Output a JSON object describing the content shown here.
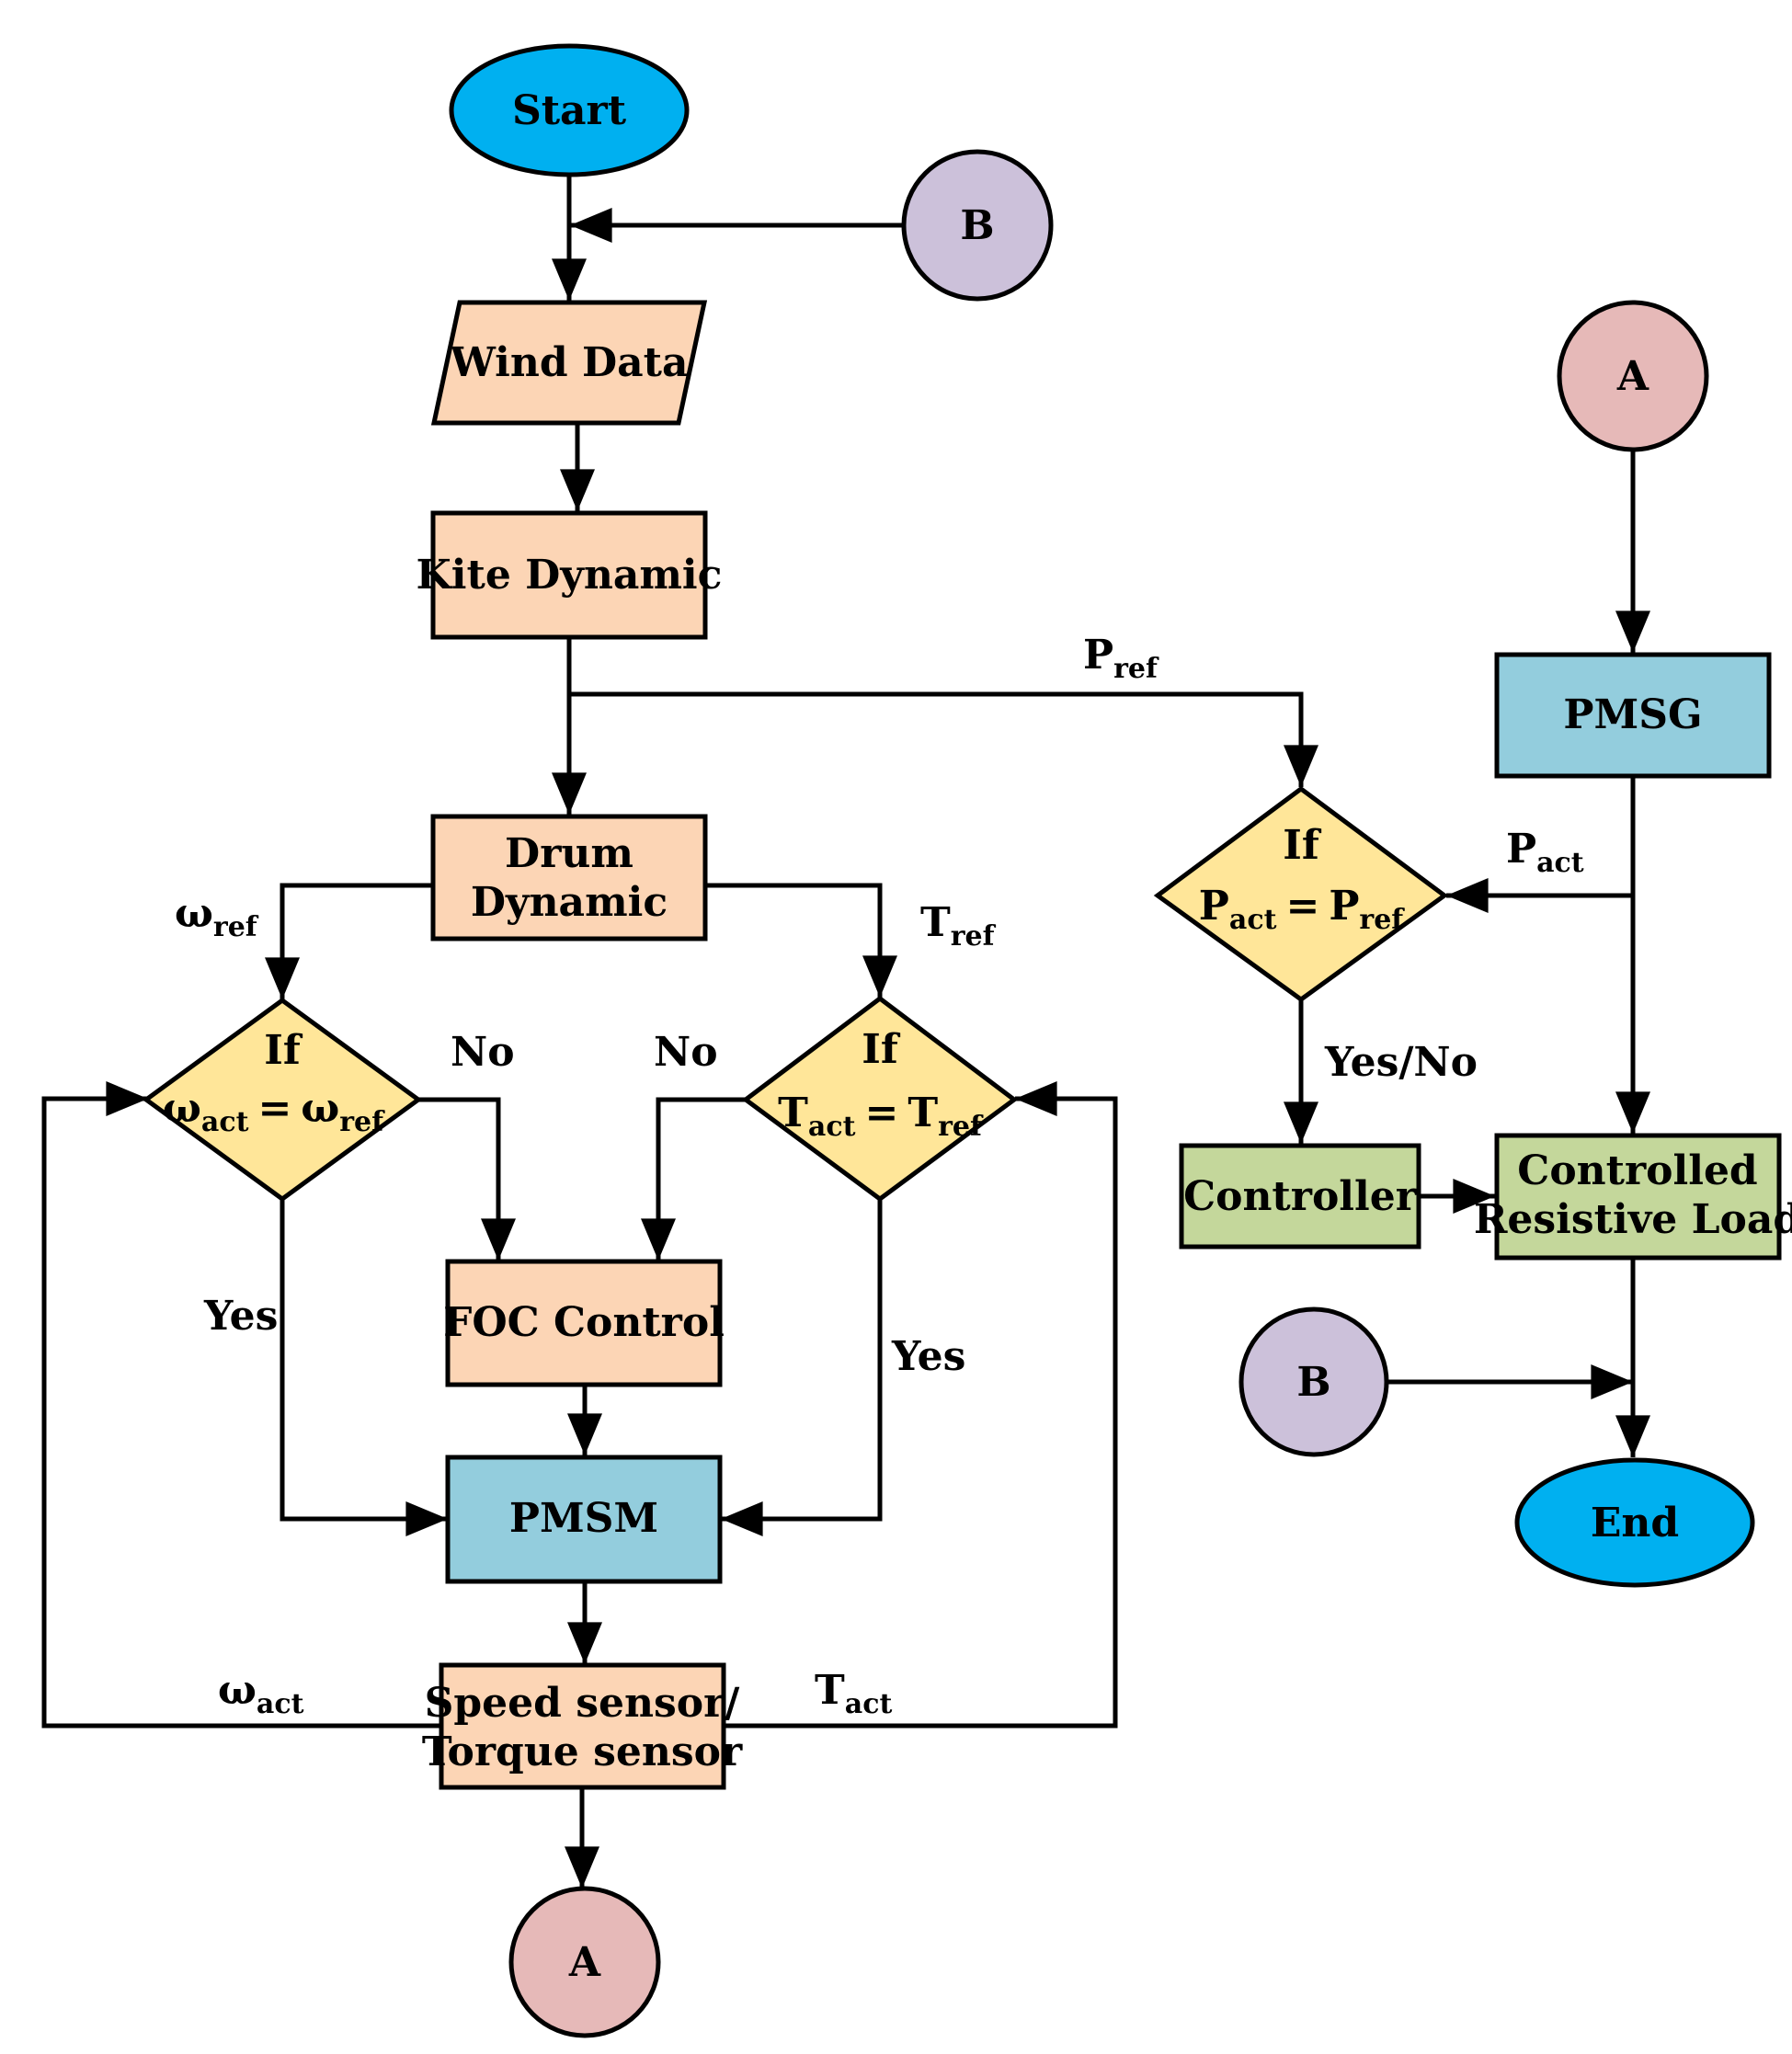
{
  "colors": {
    "terminal": "#00b0f0",
    "connector_b": "#ccc1da",
    "connector_a": "#e6b9b8",
    "process": "#fcd5b5",
    "decision": "#ffe699",
    "machine": "#93cddd",
    "control": "#c4d79b",
    "stroke": "#000000"
  },
  "nodes": {
    "start": "Start",
    "connector_b_top": "B",
    "wind_data": "Wind Data",
    "kite_dynamic": "Kite Dynamic",
    "drum_dynamic": [
      "Drum",
      "Dynamic"
    ],
    "decision_speed": {
      "line1": "If",
      "a": "ω",
      "a_sub": "act",
      "eq": "=",
      "b": "ω",
      "b_sub": "ref"
    },
    "decision_torque": {
      "line1": "If",
      "a": "T",
      "a_sub": "act",
      "eq": "=",
      "b": "T",
      "b_sub": "ref"
    },
    "decision_power": {
      "line1": "If",
      "a": "P",
      "a_sub": "act",
      "eq": "=",
      "b": "P",
      "b_sub": "ref"
    },
    "foc_control": "FOC Control",
    "pmsm": "PMSM",
    "sensor": [
      "Speed sensor/",
      "Torque sensor"
    ],
    "connector_a_bottom": "A",
    "connector_a_top": "A",
    "pmsg": "PMSG",
    "controller": "Controller",
    "controlled_load": [
      "Controlled",
      "Resistive Load"
    ],
    "connector_b_bottom": "B",
    "end": "End"
  },
  "edge_labels": {
    "p_ref": {
      "main": "P",
      "sub": "ref"
    },
    "p_act": {
      "main": "P",
      "sub": "act"
    },
    "omega_ref": {
      "main": "ω",
      "sub": "ref"
    },
    "t_ref": {
      "main": "T",
      "sub": "ref"
    },
    "omega_act": {
      "main": "ω",
      "sub": "act"
    },
    "t_act": {
      "main": "T",
      "sub": "act"
    },
    "no_left": "No",
    "no_right": "No",
    "yes_left": "Yes",
    "yes_right": "Yes",
    "yes_no": "Yes/No"
  }
}
